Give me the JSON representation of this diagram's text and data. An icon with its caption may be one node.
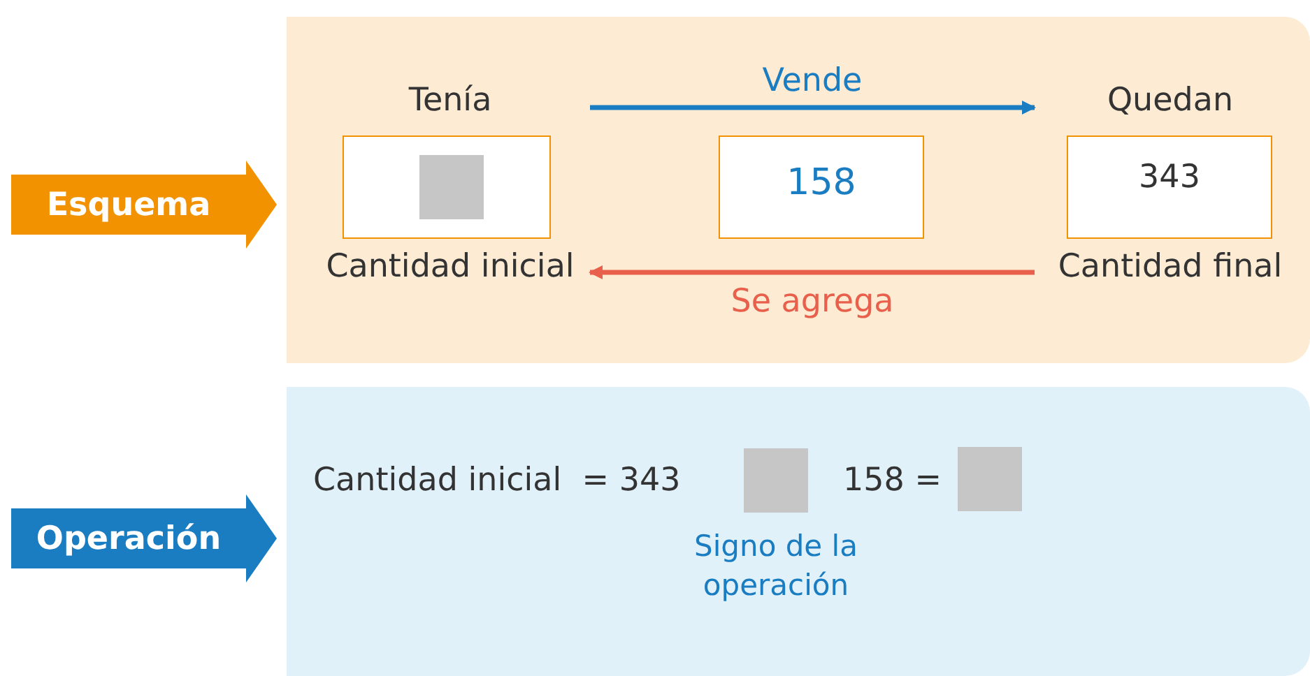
{
  "diagram": {
    "nodes": [
      {
        "text": [
          "Esquema"
        ]
      },
      {
        "text": [],
        "shape": "box"
      },
      {
        "text": [
          "Tenía",
          "Cantidad inicial"
        ],
        "in": 1
      },
      {
        "text": [],
        "shape": "box",
        "in": 2
      },
      {
        "text": [
          "158"
        ],
        "in": 1
      },
      {
        "text": [
          "Quedan",
          "343",
          "Cantidad final"
        ],
        "in": 1
      },
      {
        "text": [
          "Operación"
        ]
      },
      {
        "text": [],
        "shape": "box"
      },
      {
        "text": [],
        "shape": "box",
        "in": 7,
        "beside": [
          "Signo de la operación"
        ]
      },
      {
        "text": [],
        "shape": "box",
        "in": 7
      }
    ],
    "edges": [
      {
        "from": 2,
        "to": 5,
        "arrow": "to",
        "label": "Vende",
        "color": "#1a7cc1"
      },
      {
        "from": 5,
        "to": 2,
        "arrow": "to",
        "label": "Se agrega",
        "color": "#e8604c"
      }
    ],
    "labels": [
      "Cantidad inicial  = 343",
      "158 ="
    ]
  }
}
